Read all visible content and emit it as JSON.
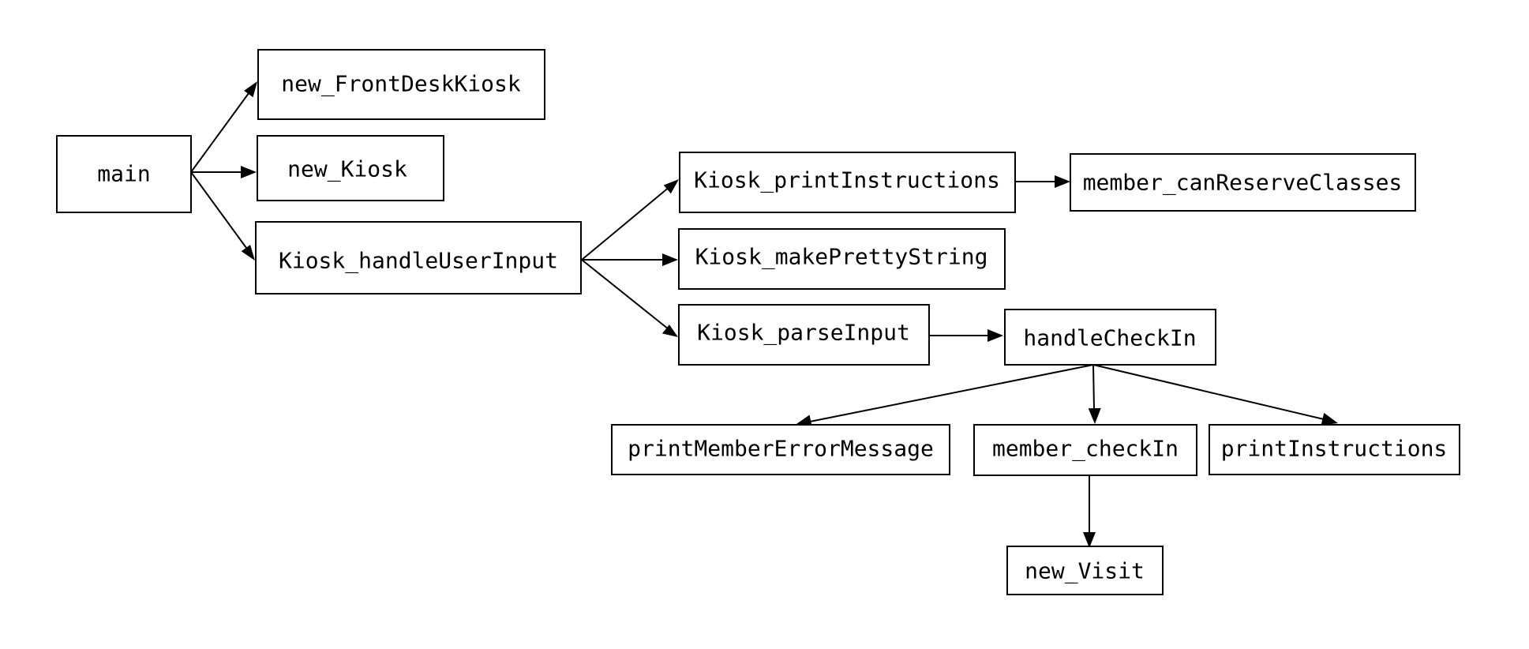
{
  "diagram": {
    "type": "call-graph",
    "colors": {
      "stroke": "#000000",
      "background": "#ffffff",
      "text": "#000000"
    },
    "nodes": [
      {
        "id": "main",
        "label": "main"
      },
      {
        "id": "new_frontdeskkiosk",
        "label": "new_FrontDeskKiosk"
      },
      {
        "id": "new_kiosk",
        "label": "new_Kiosk"
      },
      {
        "id": "kiosk_handleuserinput",
        "label": "Kiosk_handleUserInput"
      },
      {
        "id": "kiosk_printinstructions",
        "label": "Kiosk_printInstructions"
      },
      {
        "id": "member_canreserveclasses",
        "label": "member_canReserveClasses"
      },
      {
        "id": "kiosk_makeprettystring",
        "label": "Kiosk_makePrettyString"
      },
      {
        "id": "kiosk_parseinput",
        "label": "Kiosk_parseInput"
      },
      {
        "id": "handlecheckin",
        "label": "handleCheckIn"
      },
      {
        "id": "printmembererrormessage",
        "label": "printMemberErrorMessage"
      },
      {
        "id": "member_checkin",
        "label": "member_checkIn"
      },
      {
        "id": "printinstructions",
        "label": "printInstructions"
      },
      {
        "id": "new_visit",
        "label": "new_Visit"
      }
    ],
    "edges": [
      {
        "from": "main",
        "to": "new_frontdeskkiosk"
      },
      {
        "from": "main",
        "to": "new_kiosk"
      },
      {
        "from": "main",
        "to": "kiosk_handleuserinput"
      },
      {
        "from": "kiosk_handleuserinput",
        "to": "kiosk_printinstructions"
      },
      {
        "from": "kiosk_handleuserinput",
        "to": "kiosk_makeprettystring"
      },
      {
        "from": "kiosk_handleuserinput",
        "to": "kiosk_parseinput"
      },
      {
        "from": "kiosk_printinstructions",
        "to": "member_canreserveclasses"
      },
      {
        "from": "kiosk_parseinput",
        "to": "handlecheckin"
      },
      {
        "from": "handlecheckin",
        "to": "printmembererrormessage"
      },
      {
        "from": "handlecheckin",
        "to": "member_checkin"
      },
      {
        "from": "handlecheckin",
        "to": "printinstructions"
      },
      {
        "from": "member_checkin",
        "to": "new_visit"
      }
    ]
  }
}
